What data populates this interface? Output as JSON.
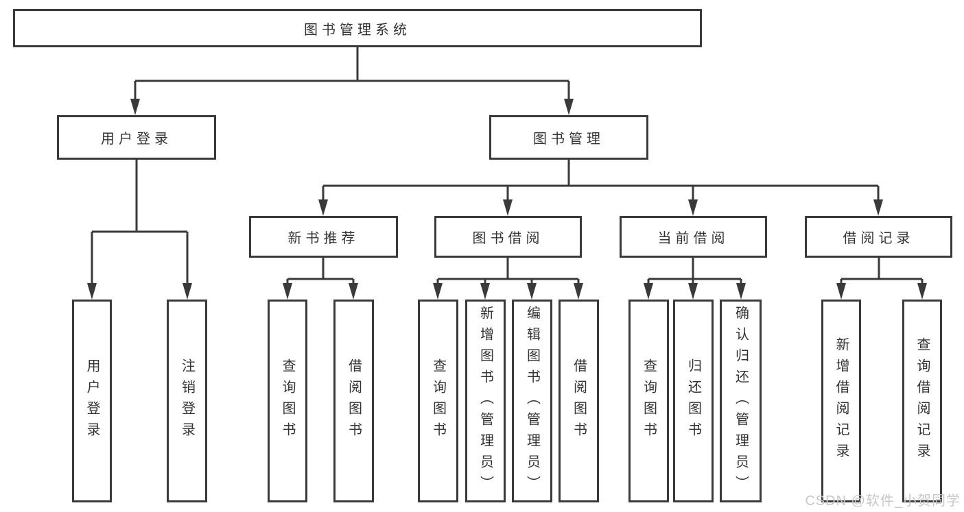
{
  "tree": {
    "root": "图书管理系统",
    "level2": [
      {
        "label": "用户登录"
      },
      {
        "label": "图书管理"
      }
    ],
    "level3": [
      {
        "label": "新书推荐"
      },
      {
        "label": "图书借阅"
      },
      {
        "label": "当前借阅"
      },
      {
        "label": "借阅记录"
      }
    ],
    "leaves": {
      "userLogin": [
        {
          "label": "用户登录"
        },
        {
          "label": "注销登录"
        }
      ],
      "newBook": [
        {
          "label": "查询图书"
        },
        {
          "label": "借阅图书"
        }
      ],
      "borrow": [
        {
          "label": "查询图书"
        },
        {
          "label": "新增图书（管理员）"
        },
        {
          "label": "编辑图书（管理员）"
        },
        {
          "label": "借阅图书"
        }
      ],
      "current": [
        {
          "label": "查询图书"
        },
        {
          "label": "归还图书"
        },
        {
          "label": "确认归还（管理员）"
        }
      ],
      "records": [
        {
          "label": "新增借阅记录"
        },
        {
          "label": "查询借阅记录"
        }
      ]
    }
  },
  "watermark": {
    "text": "CSDN @软件_小贺同学"
  },
  "colors": {
    "line": "#3a3a3a",
    "text": "#333333",
    "watermark": "#c8c8c8",
    "bg": "#ffffff"
  }
}
